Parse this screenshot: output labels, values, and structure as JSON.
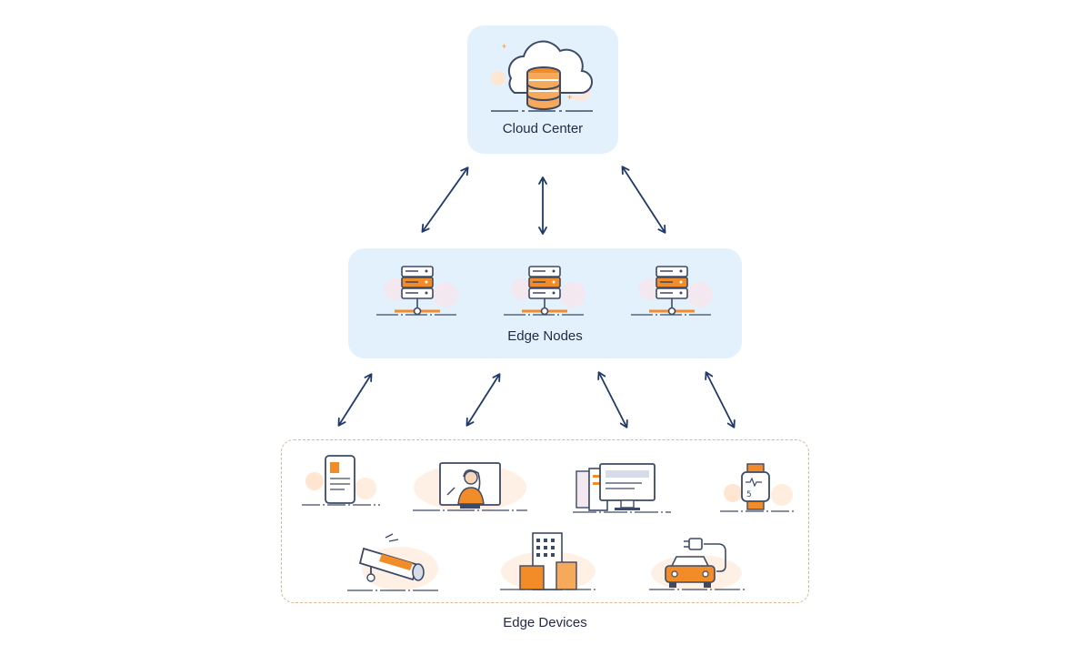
{
  "diagram": {
    "cloud_label": "Cloud Center",
    "edge_label": "Edge Nodes",
    "devices_label": "Edge Devices"
  },
  "colors": {
    "box_fill": "#e3f1fd",
    "arrow": "#1f3a68",
    "accent_orange": "#f28c28",
    "outline": "#3d4a66",
    "dashed_border": "#e2b38f"
  },
  "icons": {
    "cloud": "cloud-database-icon",
    "edge_nodes": [
      "server-rack-icon",
      "server-rack-icon",
      "server-rack-icon"
    ],
    "devices": [
      "smartphone-icon",
      "video-call-monitor-icon",
      "desktop-computer-icon",
      "smartwatch-icon",
      "security-camera-icon",
      "office-building-icon",
      "electric-car-icon"
    ]
  }
}
